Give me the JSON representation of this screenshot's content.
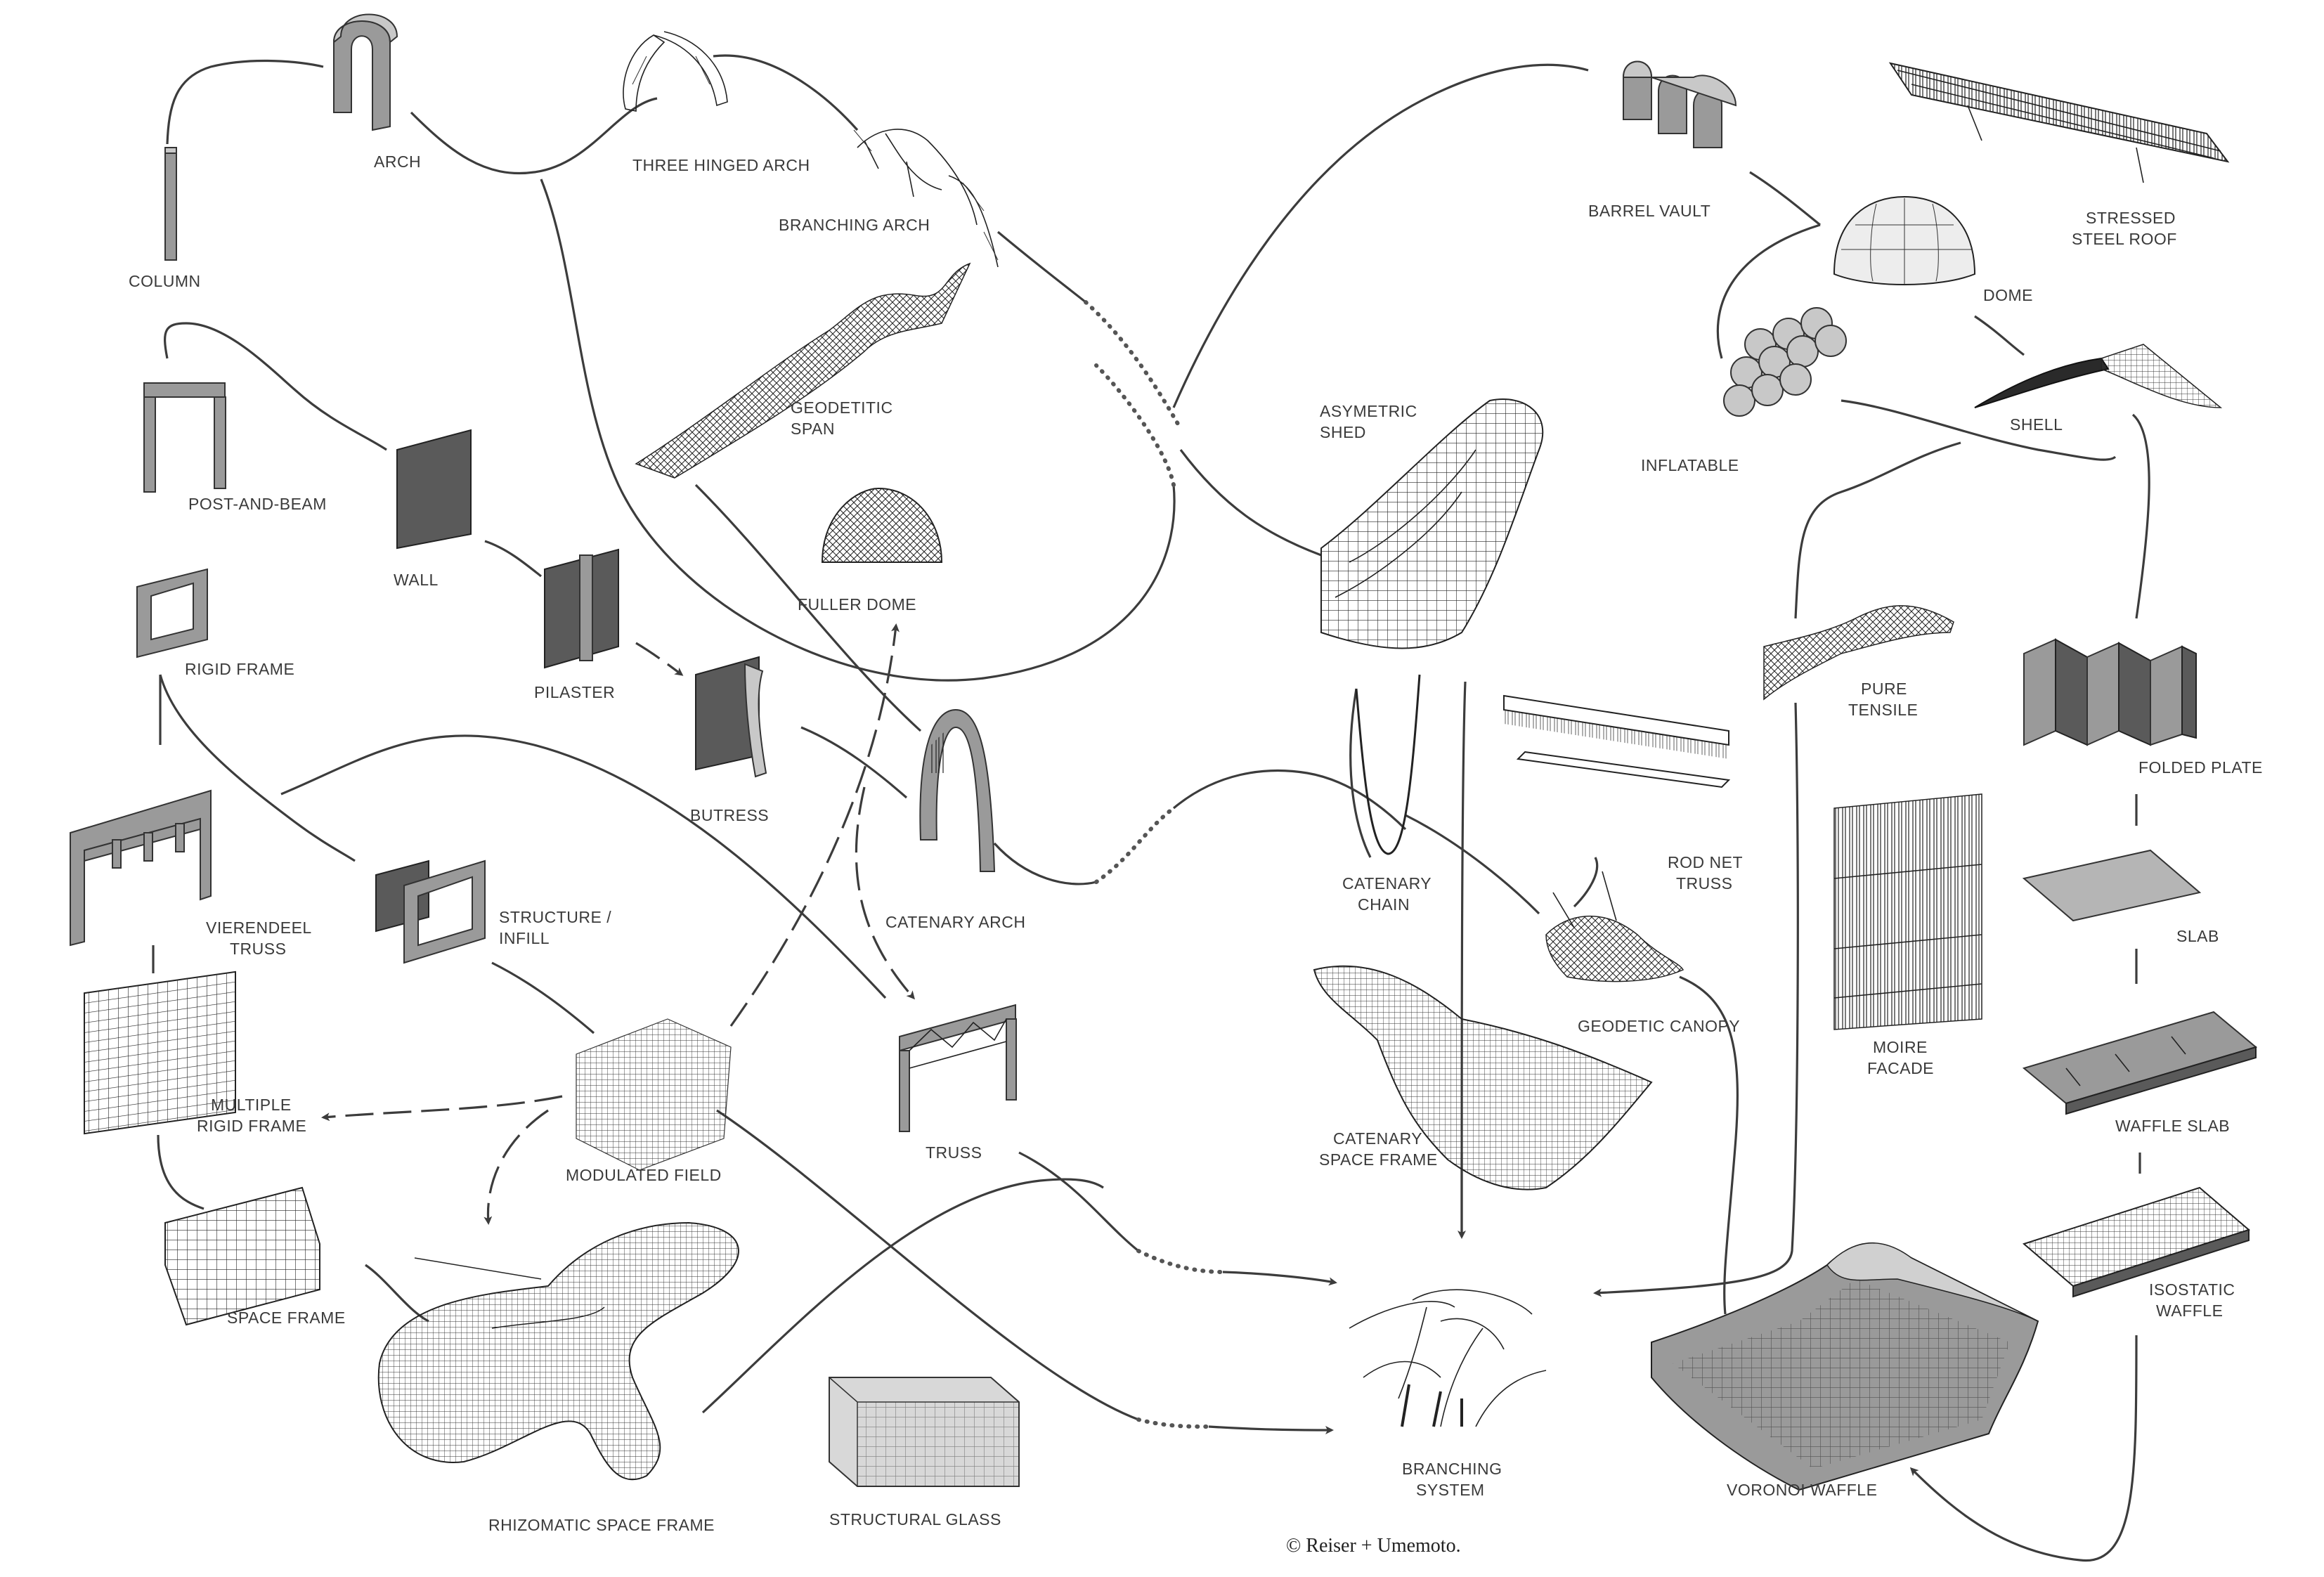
{
  "nodes": {
    "arch": "ARCH",
    "three_hinged_arch": "THREE HINGED ARCH",
    "branching_arch": "BRANCHING ARCH",
    "column": "COLUMN",
    "geodetitic_span_1": "GEODETITIC",
    "geodetitic_span_2": "SPAN",
    "post_and_beam": "POST-AND-BEAM",
    "wall": "WALL",
    "fuller_dome": "FULLER DOME",
    "rigid_frame": "RIGID FRAME",
    "pilaster": "PILASTER",
    "butress": "BUTRESS",
    "vierendeel_truss_1": "VIERENDEEL",
    "vierendeel_truss_2": "TRUSS",
    "structure_infill_1": "STRUCTURE /",
    "structure_infill_2": "INFILL",
    "catenary_arch": "CATENARY ARCH",
    "multiple_rigid_frame_1": "MULTIPLE",
    "multiple_rigid_frame_2": "RIGID FRAME",
    "modulated_field": "MODULATED FIELD",
    "truss": "TRUSS",
    "space_frame": "SPACE FRAME",
    "rhizomatic_space_frame": "RHIZOMATIC SPACE FRAME",
    "structural_glass": "STRUCTURAL GLASS",
    "barrel_vault": "BARREL VAULT",
    "stressed_steel_roof_1": "STRESSED",
    "stressed_steel_roof_2": "STEEL ROOF",
    "dome": "DOME",
    "asymetric_shed_1": "ASYMETRIC",
    "asymetric_shed_2": "SHED",
    "inflatable": "INFLATABLE",
    "shell": "SHELL",
    "pure_tensile_1": "PURE",
    "pure_tensile_2": "TENSILE",
    "folded_plate": "FOLDED PLATE",
    "catenary_chain_1": "CATENARY",
    "catenary_chain_2": "CHAIN",
    "rod_net_truss_1": "ROD NET",
    "rod_net_truss_2": "TRUSS",
    "slab": "SLAB",
    "geodetic_canopy": "GEODETIC CANOPY",
    "moire_facade_1": "MOIRE",
    "moire_facade_2": "FACADE",
    "waffle_slab": "WAFFLE SLAB",
    "catenary_space_frame_1": "CATENARY",
    "catenary_space_frame_2": "SPACE FRAME",
    "isostatic_waffle_1": "ISOSTATIC",
    "isostatic_waffle_2": "WAFFLE",
    "branching_system_1": "BRANCHING",
    "branching_system_2": "SYSTEM",
    "voronoi_waffle": "VORONOI WAFFLE"
  },
  "credit": "© Reiser + Umemoto.",
  "colors": {
    "line": "#3c3c3c",
    "solid": "#9a9a9a",
    "dark": "#5a5a5a",
    "label": "#3a3a3a"
  }
}
